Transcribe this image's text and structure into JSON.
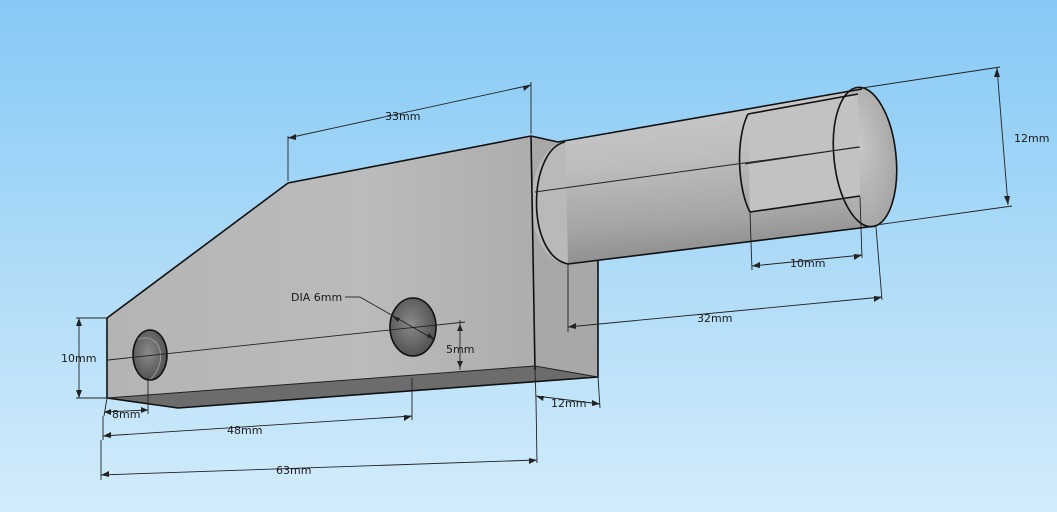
{
  "colors": {
    "sky_top": "#86c9f5",
    "sky_bottom": "#d3ecfb",
    "part_fill": "#b3b3b3",
    "part_side": "#a7a7a7",
    "part_bottom": "#6e6e6e",
    "hole_dark": "#5a5a5a"
  },
  "dimensions": {
    "top_length": "33mm",
    "shaft_diameter": "12mm",
    "flat_length": "10mm",
    "shaft_length": "32mm",
    "hole_label": "DIA 6mm",
    "hole_offset": "5mm",
    "block_height": "10mm",
    "hole1_offset": "8mm",
    "hole2_offset": "48mm",
    "block_width": "12mm",
    "total_length": "63mm"
  }
}
